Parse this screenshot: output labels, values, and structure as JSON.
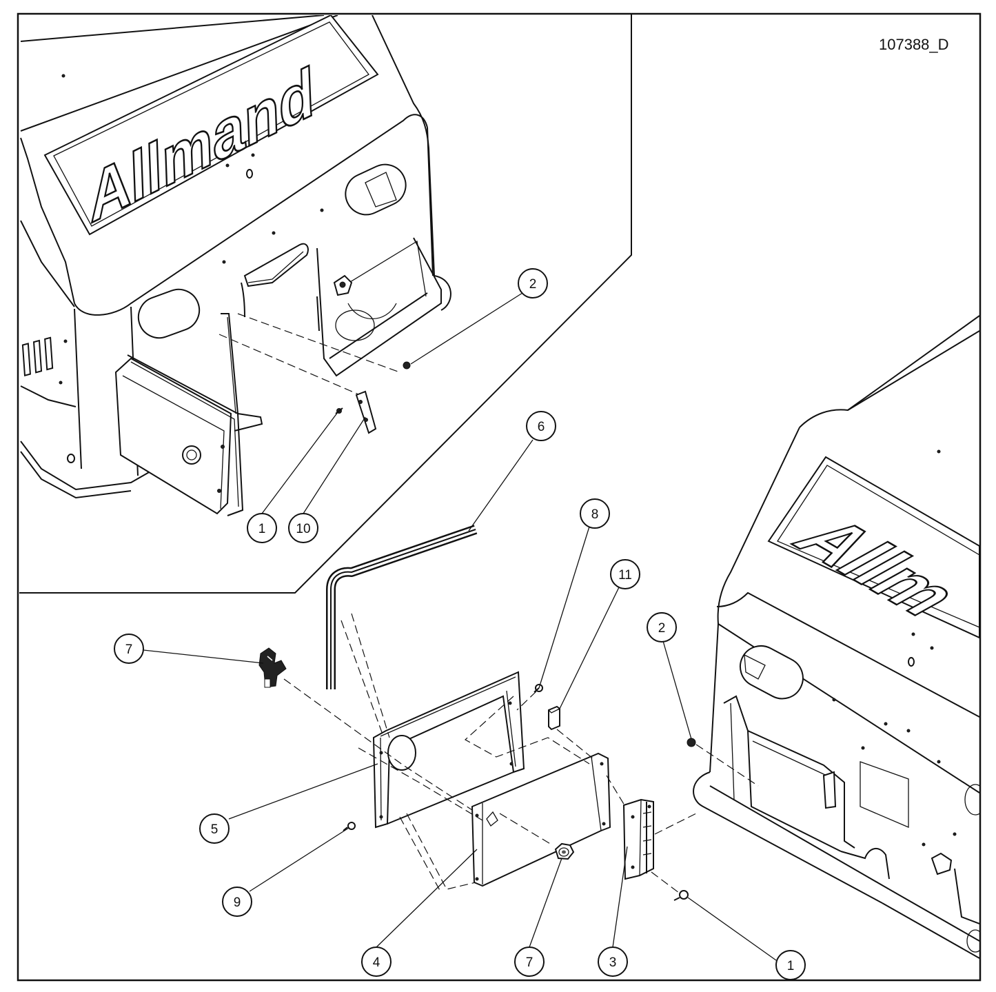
{
  "drawing": {
    "number": "107388_D",
    "logo_text_detail": "Allmand",
    "logo_text_main": "Allm"
  },
  "callouts": [
    {
      "id": "c1-detail",
      "label": "1"
    },
    {
      "id": "c10-detail",
      "label": "10"
    },
    {
      "id": "c2-detail",
      "label": "2"
    },
    {
      "id": "c6",
      "label": "6"
    },
    {
      "id": "c8",
      "label": "8"
    },
    {
      "id": "c11",
      "label": "11"
    },
    {
      "id": "c2-main",
      "label": "2"
    },
    {
      "id": "c7-left",
      "label": "7"
    },
    {
      "id": "c5",
      "label": "5"
    },
    {
      "id": "c9",
      "label": "9"
    },
    {
      "id": "c4",
      "label": "4"
    },
    {
      "id": "c7-bottom",
      "label": "7"
    },
    {
      "id": "c3",
      "label": "3"
    },
    {
      "id": "c1-main",
      "label": "1"
    }
  ]
}
